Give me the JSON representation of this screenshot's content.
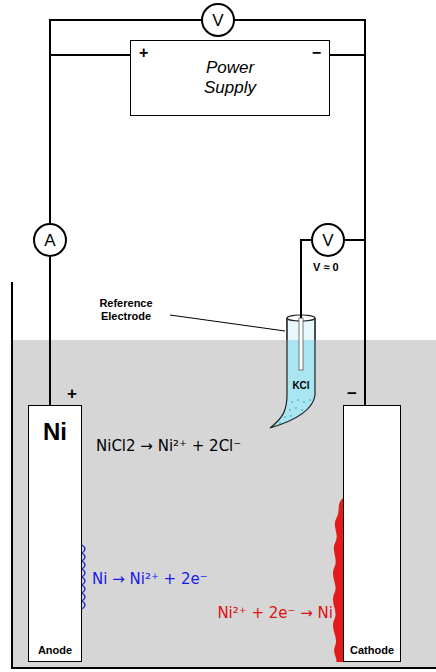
{
  "diagram": {
    "nodes": [
      {
        "text": [
          "V"
        ]
      },
      {
        "text": [
          "Power Supply",
          "+",
          "−"
        ]
      },
      {
        "text": [
          "A"
        ]
      },
      {
        "text": [
          "V"
        ]
      },
      {
        "text": [
          "KCl"
        ]
      },
      {
        "text": [
          "Ni",
          "+",
          "Anode"
        ]
      },
      {
        "text": [
          "−",
          "Cathode"
        ]
      }
    ],
    "edges": [
      {
        "from": 1,
        "to": 2,
        "arrow": "none"
      },
      {
        "from": 2,
        "to": 5,
        "arrow": "none"
      },
      {
        "from": 1,
        "to": 6,
        "arrow": "none"
      },
      {
        "from": 0,
        "to": 1,
        "arrow": "none"
      },
      {
        "from": 0,
        "to": 1,
        "arrow": "none"
      },
      {
        "from": 3,
        "to": 4,
        "arrow": "none"
      },
      {
        "from": 3,
        "to": 6,
        "arrow": "none"
      }
    ],
    "labels": [
      "V ≈ 0",
      "Reference Electrode",
      "NiCl2 → Ni²⁺ + 2Cl⁻",
      "Ni → Ni²⁺ + 2e⁻",
      "Ni²⁺ + 2e⁻ → Ni"
    ]
  }
}
